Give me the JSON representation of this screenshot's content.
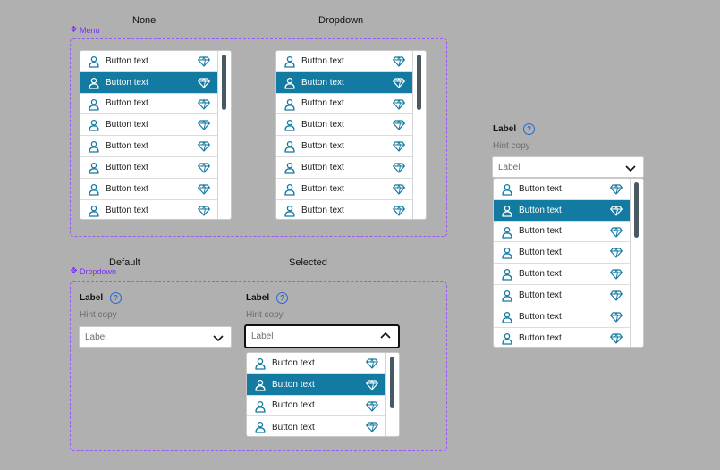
{
  "columns": {
    "none": "None",
    "dropdown": "Dropdown",
    "default": "Default",
    "selected": "Selected"
  },
  "sections": {
    "menu": "Menu",
    "dropdown": "Dropdown"
  },
  "field": {
    "label": "Label",
    "help": "?",
    "hint": "Hint copy",
    "placeholder": "Label"
  },
  "item_text": "Button text",
  "icons": {
    "leading": "user-icon",
    "trailing": "gem-icon",
    "closed": "chevron-down-icon",
    "open": "chevron-up-icon",
    "section": "component-diamond-icon"
  },
  "colors": {
    "accent": "#137aa1",
    "icon": "#137aa1",
    "help": "#2667d8",
    "section": "#7b2ff7"
  },
  "selected_index": 1
}
